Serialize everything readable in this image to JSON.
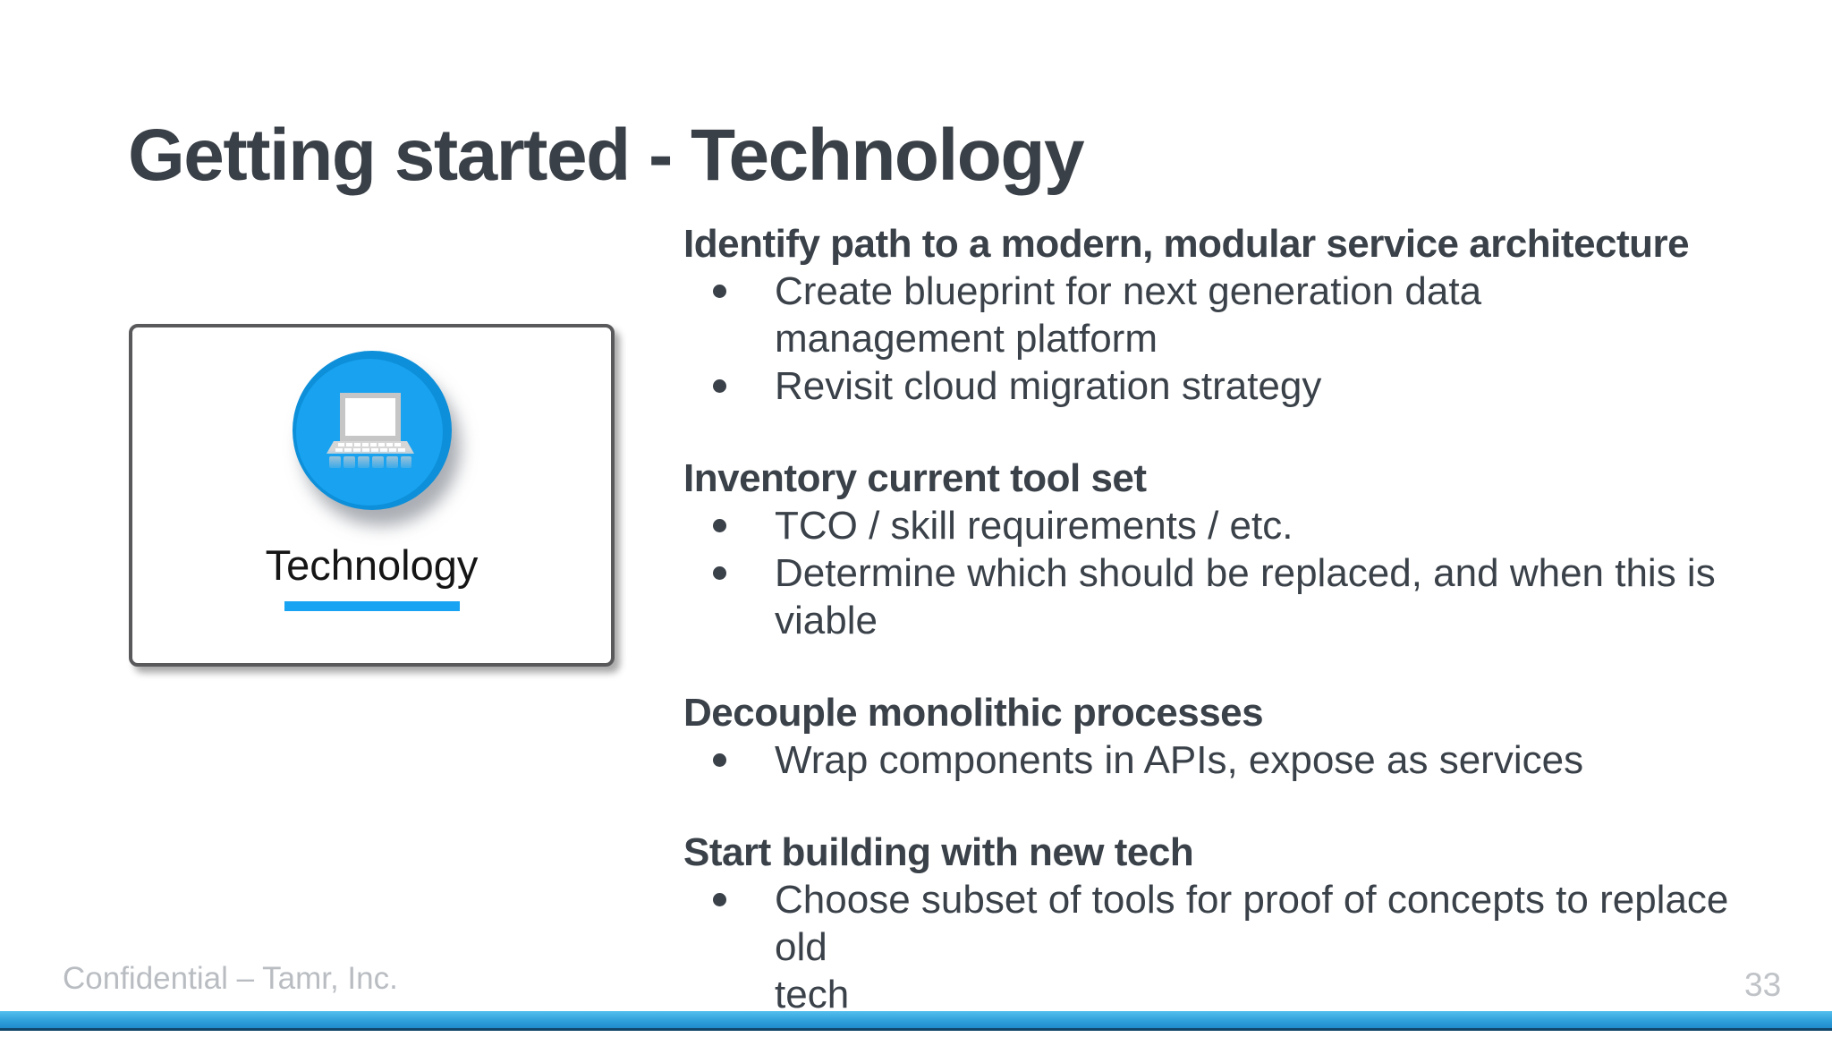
{
  "slide": {
    "title": "Getting started - Technology",
    "card": {
      "label": "Technology",
      "icon": "laptop-icon"
    },
    "sections": [
      {
        "heading": "Identify path to a modern, modular service architecture",
        "bullets": [
          {
            "lines": [
              "Create blueprint for next generation data",
              "management platform"
            ]
          },
          {
            "lines": [
              "Revisit cloud migration strategy"
            ]
          }
        ]
      },
      {
        "heading": "Inventory current tool set",
        "bullets": [
          {
            "lines": [
              "TCO / skill requirements / etc."
            ]
          },
          {
            "lines": [
              "Determine which should be replaced, and when this is",
              "viable"
            ]
          }
        ]
      },
      {
        "heading": "Decouple monolithic processes",
        "bullets": [
          {
            "lines": [
              "Wrap components in APIs, expose as services"
            ]
          }
        ]
      },
      {
        "heading": "Start building with new tech",
        "bullets": [
          {
            "lines": [
              "Choose subset of tools for proof of concepts to replace old",
              "tech"
            ]
          }
        ]
      }
    ],
    "footer": {
      "confidential": "Confidential – Tamr, Inc.",
      "page_number": "33"
    },
    "colors": {
      "accent_blue": "#18a2f0",
      "circle_rim_blue": "#0d8fd9",
      "underline_blue": "#18a4f2",
      "bar_top_blue": "#54bfee",
      "bar_bottom_blue": "#1d84c7",
      "bar_edge_navy": "#11466b",
      "text_dark": "#3a4149",
      "muted_gray": "#b9bdc2",
      "card_border_gray": "#59595c"
    }
  }
}
